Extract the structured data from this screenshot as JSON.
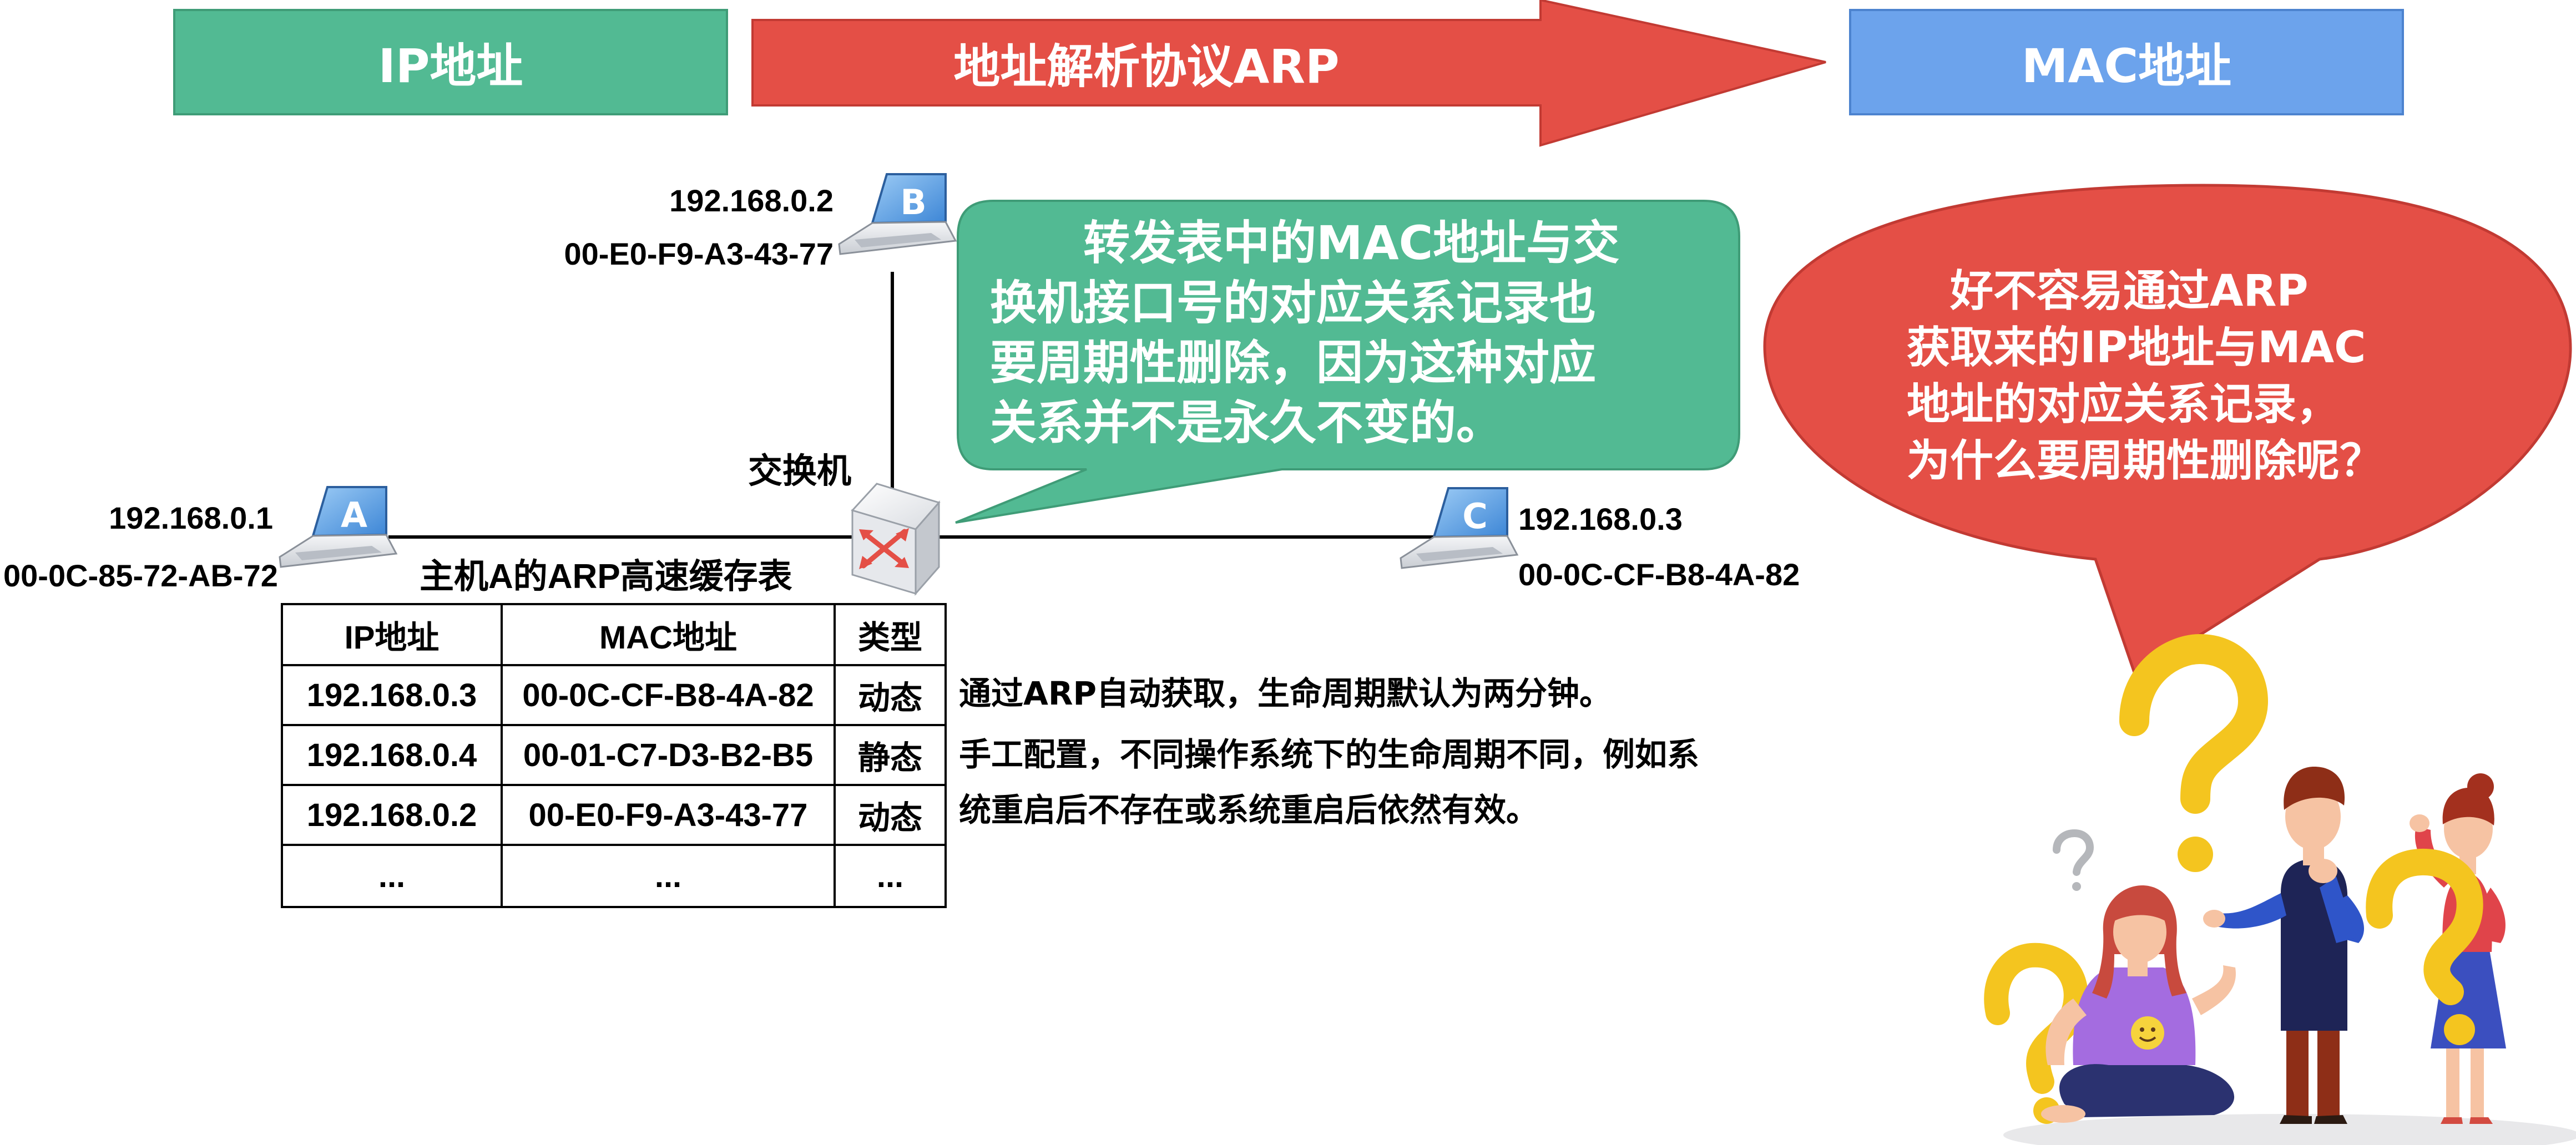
{
  "banner": {
    "ip_label": "IP地址",
    "arp_label": "地址解析协议ARP",
    "mac_label": "MAC地址"
  },
  "nodes": {
    "host_a": {
      "letter": "A",
      "ip": "192.168.0.1",
      "mac": "00-0C-85-72-AB-72"
    },
    "host_b": {
      "letter": "B",
      "ip": "192.168.0.2",
      "mac": "00-E0-F9-A3-43-77"
    },
    "host_c": {
      "letter": "C",
      "ip": "192.168.0.3",
      "mac": "00-0C-CF-B8-4A-82"
    },
    "switch_label": "交换机"
  },
  "green_callout": {
    "lines": [
      "　　转发表中的MAC地址与交",
      "换机接口号的对应关系记录也",
      "要周期性删除，因为这种对应",
      "关系并不是永久不变的。"
    ]
  },
  "red_callout": {
    "lines": [
      "　好不容易通过ARP",
      "获取来的IP地址与MAC",
      "地址的对应关系记录，",
      "为什么要周期性删除呢？"
    ]
  },
  "arp_table": {
    "title": "主机A的ARP高速缓存表",
    "headers": [
      "IP地址",
      "MAC地址",
      "类型"
    ],
    "rows": [
      [
        "192.168.0.3",
        "00-0C-CF-B8-4A-82",
        "动态"
      ],
      [
        "192.168.0.4",
        "00-01-C7-D3-B2-B5",
        "静态"
      ],
      [
        "192.168.0.2",
        "00-E0-F9-A3-43-77",
        "动态"
      ],
      [
        "...",
        "...",
        "..."
      ]
    ]
  },
  "notes": {
    "dynamic": "通过ARP自动获取，生命周期默认为两分钟。",
    "static_lines": [
      "手工配置，不同操作系统下的生命周期不同，例如系",
      "统重启后不存在或系统重启后依然有效。"
    ]
  },
  "colors": {
    "green": "#52BA93",
    "red": "#E44F46",
    "blue": "#6CA3EC",
    "question_yellow": "#F4C51F"
  }
}
